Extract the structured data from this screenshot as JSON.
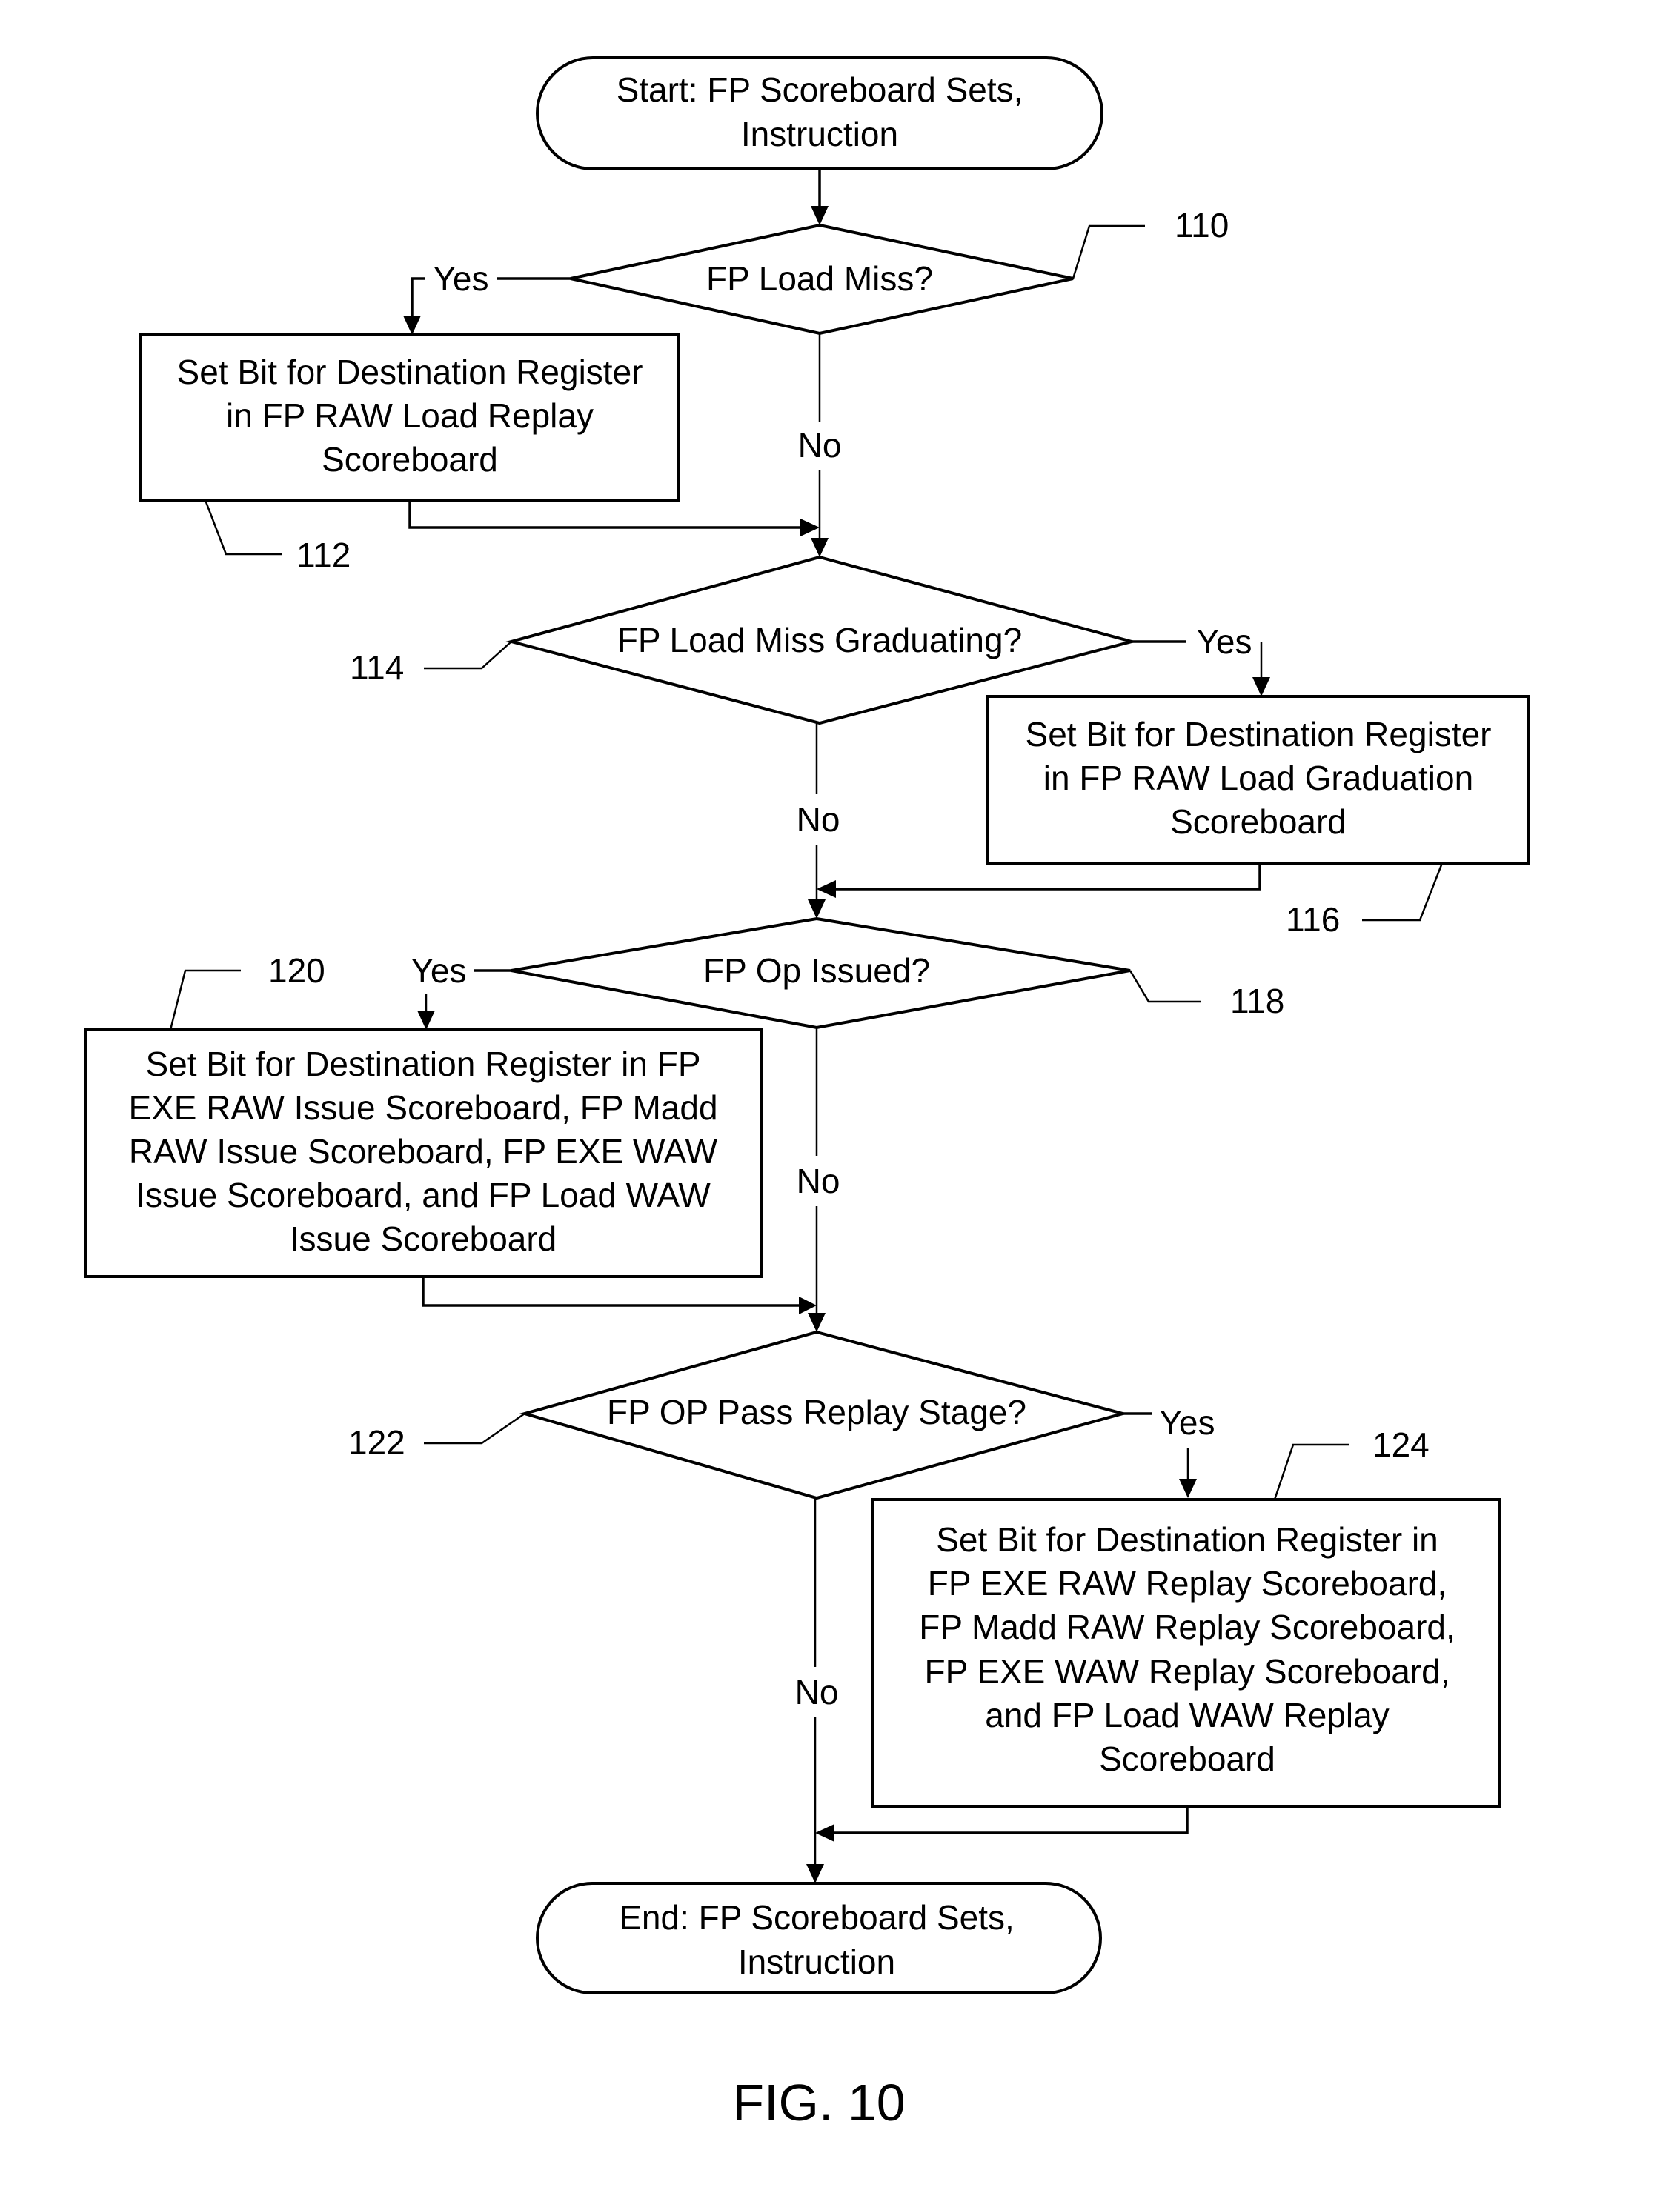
{
  "figure": {
    "caption": "FIG. 10"
  },
  "nodes": {
    "start": {
      "lines": [
        "Start:  FP Scoreboard Sets,",
        "Instruction"
      ]
    },
    "d110": {
      "ref": "110",
      "lines": [
        "FP Load Miss?"
      ]
    },
    "b112": {
      "ref": "112",
      "lines": [
        "Set Bit for Destination Register",
        "in FP RAW Load Replay",
        "Scoreboard"
      ]
    },
    "d114": {
      "ref": "114",
      "lines": [
        "FP Load Miss Graduating?"
      ]
    },
    "b116": {
      "ref": "116",
      "lines": [
        "Set Bit for Destination Register",
        "in FP RAW Load Graduation",
        "Scoreboard"
      ]
    },
    "d118": {
      "ref": "118",
      "lines": [
        "FP Op Issued?"
      ]
    },
    "b120": {
      "ref": "120",
      "lines": [
        "Set Bit for Destination Register in FP",
        "EXE RAW Issue Scoreboard, FP Madd",
        "RAW Issue Scoreboard, FP EXE WAW",
        "Issue Scoreboard, and FP Load WAW",
        "Issue Scoreboard"
      ]
    },
    "d122": {
      "ref": "122",
      "lines": [
        "FP OP Pass Replay Stage?"
      ]
    },
    "b124": {
      "ref": "124",
      "lines": [
        "Set Bit for Destination Register in",
        "FP EXE RAW Replay Scoreboard,",
        "FP Madd RAW Replay Scoreboard,",
        "FP EXE WAW Replay Scoreboard,",
        "and FP Load WAW Replay",
        "Scoreboard"
      ]
    },
    "end": {
      "lines": [
        "End:  FP Scoreboard Sets,",
        "Instruction"
      ]
    }
  },
  "edge_labels": {
    "yes": "Yes",
    "no": "No"
  }
}
